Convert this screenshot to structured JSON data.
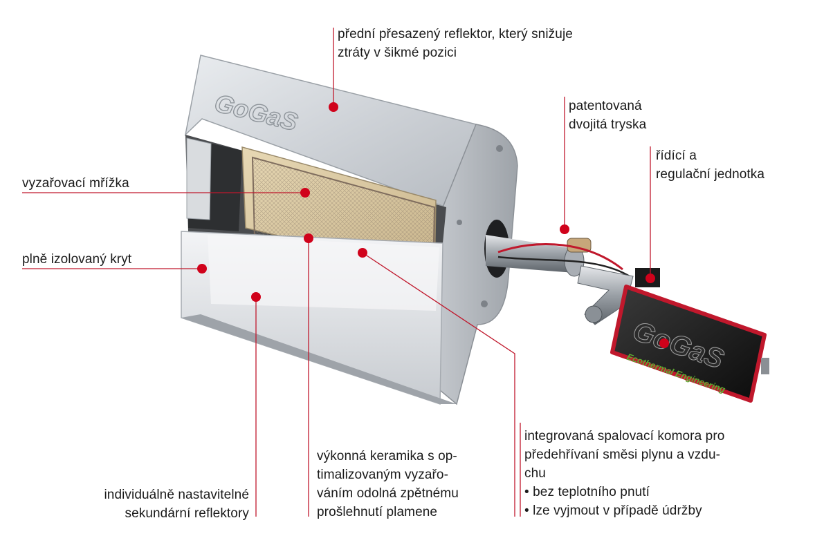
{
  "labels": {
    "front_reflector": {
      "lines": [
        "přední přesazený reflektor, který snižuje",
        "ztráty v šikmé pozici"
      ]
    },
    "nozzle": {
      "lines": [
        "patentovaná",
        "dvojitá tryska"
      ]
    },
    "control_unit": {
      "lines": [
        "řídící a",
        "regulační jednotka"
      ]
    },
    "radiant_grid": {
      "lines": [
        "vyzařovací mřížka"
      ]
    },
    "insulated_cover": {
      "lines": [
        "plně izolovaný kryt"
      ]
    },
    "secondary_reflectors": {
      "lines": [
        "individuálně nastavitelné",
        "sekundární reflektory"
      ]
    },
    "ceramic": {
      "lines": [
        "výkonná keramika s op-",
        "timalizovaným vyzařo-",
        "váním odolná zpětnému",
        "prošlehnutí plamene"
      ]
    },
    "combustion_chamber": {
      "lines": [
        "integrovaná spalovací komora pro",
        "předehřívaní směsi plynu a vzdu-",
        "chu",
        "• bez teplotního pnutí",
        "• lze vyjmout v případě údržby"
      ]
    }
  },
  "branding": {
    "heater_logo": "GoGaS",
    "control_box_logo": "GoGaS",
    "control_box_slogan": "Ecothermal Engineering"
  },
  "colors": {
    "accent": "#d0021b",
    "leader_line": "#c0182c",
    "text": "#1a1a1a"
  }
}
